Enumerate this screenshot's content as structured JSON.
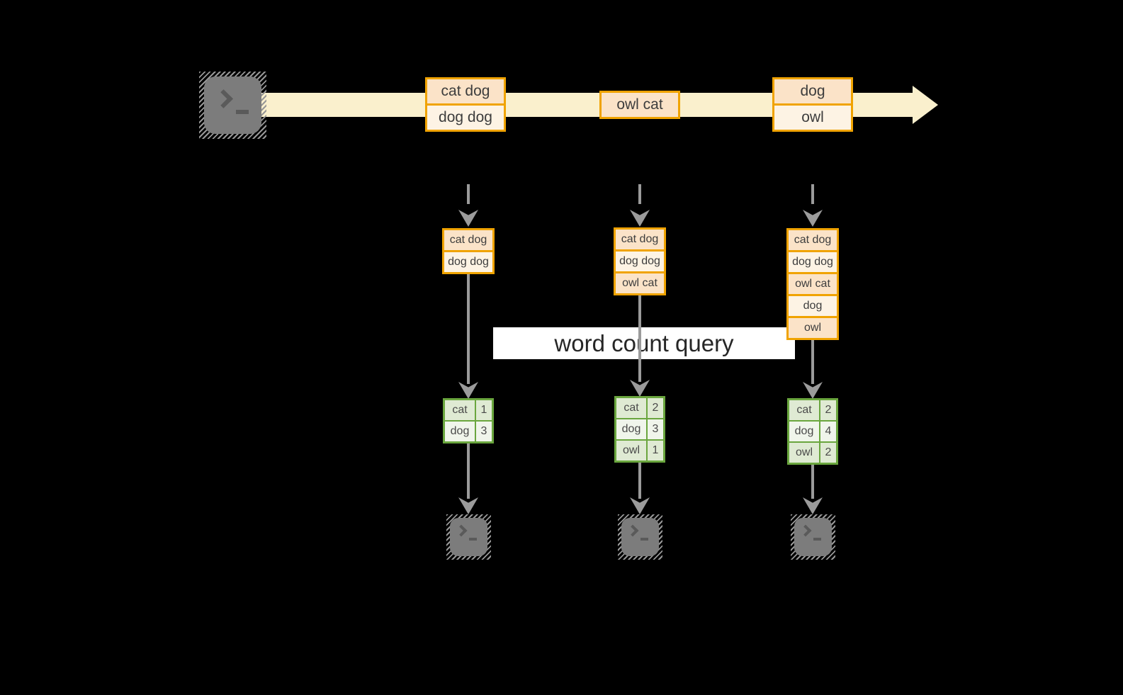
{
  "label": {
    "text": "word count query"
  },
  "stream": {
    "source_icon": "terminal",
    "batches": [
      {
        "rows": [
          "cat dog",
          "dog dog"
        ]
      },
      {
        "rows": [
          "owl cat"
        ]
      },
      {
        "rows": [
          "dog",
          "owl"
        ]
      }
    ]
  },
  "pipelines": [
    {
      "buffer": [
        "cat dog",
        "dog dog"
      ],
      "counts": [
        {
          "word": "cat",
          "n": "1"
        },
        {
          "word": "dog",
          "n": "3"
        }
      ],
      "sink_icon": "terminal"
    },
    {
      "buffer": [
        "cat dog",
        "dog dog",
        "owl cat"
      ],
      "counts": [
        {
          "word": "cat",
          "n": "2"
        },
        {
          "word": "dog",
          "n": "3"
        },
        {
          "word": "owl",
          "n": "1"
        }
      ],
      "sink_icon": "terminal"
    },
    {
      "buffer": [
        "cat dog",
        "dog dog",
        "owl cat",
        "dog",
        "owl"
      ],
      "counts": [
        {
          "word": "cat",
          "n": "2"
        },
        {
          "word": "dog",
          "n": "4"
        },
        {
          "word": "owl",
          "n": "2"
        }
      ],
      "sink_icon": "terminal"
    }
  ],
  "colors": {
    "background": "#000000",
    "stream_arrow": "#faf0cd",
    "batch_border": "#f0a300",
    "batch_fill_dark": "#fbe3c8",
    "batch_fill_light": "#fdf3e4",
    "table_border": "#6aa63e",
    "table_fill_dark": "#dfead3",
    "table_fill_light": "#f0f5eb",
    "connector_gray": "#9b9b9b",
    "label_bg": "#ffffff",
    "text": "#3d3d3d"
  }
}
